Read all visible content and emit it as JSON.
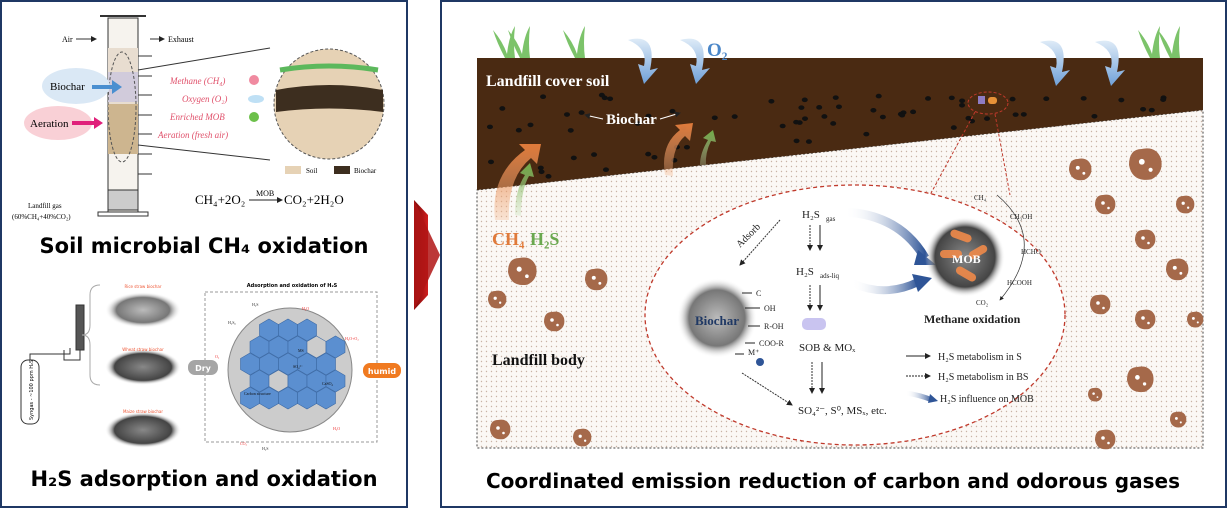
{
  "left_panel": {
    "column": {
      "air": "Air",
      "exhaust": "Exhaust",
      "biochar": "Biochar",
      "aeration": "Aeration",
      "landfill_gas": "Landfill gas",
      "gas_composition": "(60%CH₄+40%CO₂)",
      "legend": [
        "Methane (CH₄)",
        "Oxygen (O₂)",
        "Enriched MOB",
        "Aeration (fresh air)"
      ],
      "soil_key": "Soil",
      "biochar_key": "Biochar",
      "equation_left": "CH₄+2O₂",
      "equation_catalyst": "MOB",
      "equation_right": "CO₂+2H₂O"
    },
    "title_top": "Soil microbial CH₄ oxidation",
    "h2s": {
      "cylinder_label": "Syngas - ~100 ppm H₂S",
      "sem_labels": [
        "Rice straw biochar",
        "Wheat straw biochar",
        "Maize straw biochar"
      ],
      "panel_title": "Adsorption and oxidation of H₂S",
      "dry": "Dry",
      "humid": "humid",
      "species": [
        "H₂S₀",
        "H₂S",
        "H₂O",
        "H₂O+O₂",
        "O₂",
        "CO₂",
        "H₂S",
        "H₂O",
        "CaSO₄",
        "MS",
        "SO₄²⁻",
        "Carbon structure"
      ]
    },
    "title_bottom": "H₂S adsorption and oxidation"
  },
  "right_panel": {
    "o2": "O₂",
    "cover_soil": "Landfill cover soil",
    "biochar": "Biochar",
    "ch4": "CH₄",
    "h2s": "H₂S",
    "landfill_body": "Landfill body",
    "detail": {
      "adsorb": "Adsorb",
      "h2s_gas": "H₂S",
      "h2s_gas_sub": "gas",
      "h2s_liq": "H₂S",
      "h2s_liq_sub": "ads-liq",
      "biochar": "Biochar",
      "groups": [
        "C",
        "OH",
        "R-OH",
        "COO-R",
        "M⁺"
      ],
      "sob": "SOB & MOₓ",
      "products": "SO₄²⁻, S⁰, MSₓ, etc.",
      "mob": "MOB",
      "pathway": [
        "CH₄",
        "CH₃OH",
        "HCHO",
        "HCOOH",
        "CO₂"
      ],
      "methane_oxidation": "Methane oxidation",
      "legend": [
        "H₂S metabolism in S",
        "H₂S metabolism in BS",
        "H₂S influence on MOB"
      ]
    },
    "title": "Coordinated emission reduction of carbon and odorous gases"
  },
  "colors": {
    "border": "#1f3864",
    "soil": "#4a2a12",
    "rock": "#a5694a",
    "arrow_red": "#b01515",
    "ch4": "#e07a3a",
    "h2s": "#6aa84f",
    "o2": "#4a86c8"
  }
}
